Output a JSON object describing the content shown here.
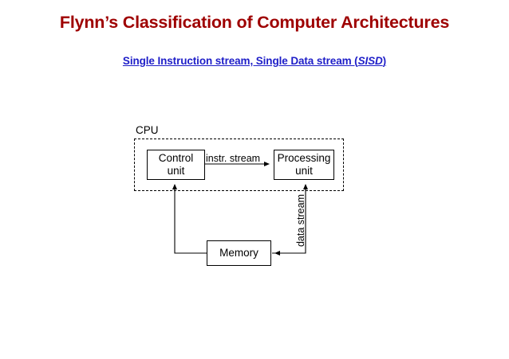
{
  "slide": {
    "title": "Flynn’s Classification of Computer Architectures",
    "subtitle": {
      "prefix": "Single Instruction stream, Single Data stream (",
      "acronym": "SISD",
      "suffix": ")"
    },
    "diagram": {
      "cpu_label": "CPU",
      "blocks": [
        {
          "id": "control-unit",
          "line1": "Control",
          "line2": "unit"
        },
        {
          "id": "processing-unit",
          "line1": "Processing",
          "line2": "unit"
        },
        {
          "id": "memory",
          "line1": "Memory",
          "line2": ""
        }
      ],
      "edge_labels": {
        "instruction_stream": "instr. stream",
        "data_stream": "data stream"
      }
    },
    "colors": {
      "title": "#9e0000",
      "subtitle": "#1e1ec8",
      "text": "#000000",
      "background": "#ffffff"
    }
  }
}
